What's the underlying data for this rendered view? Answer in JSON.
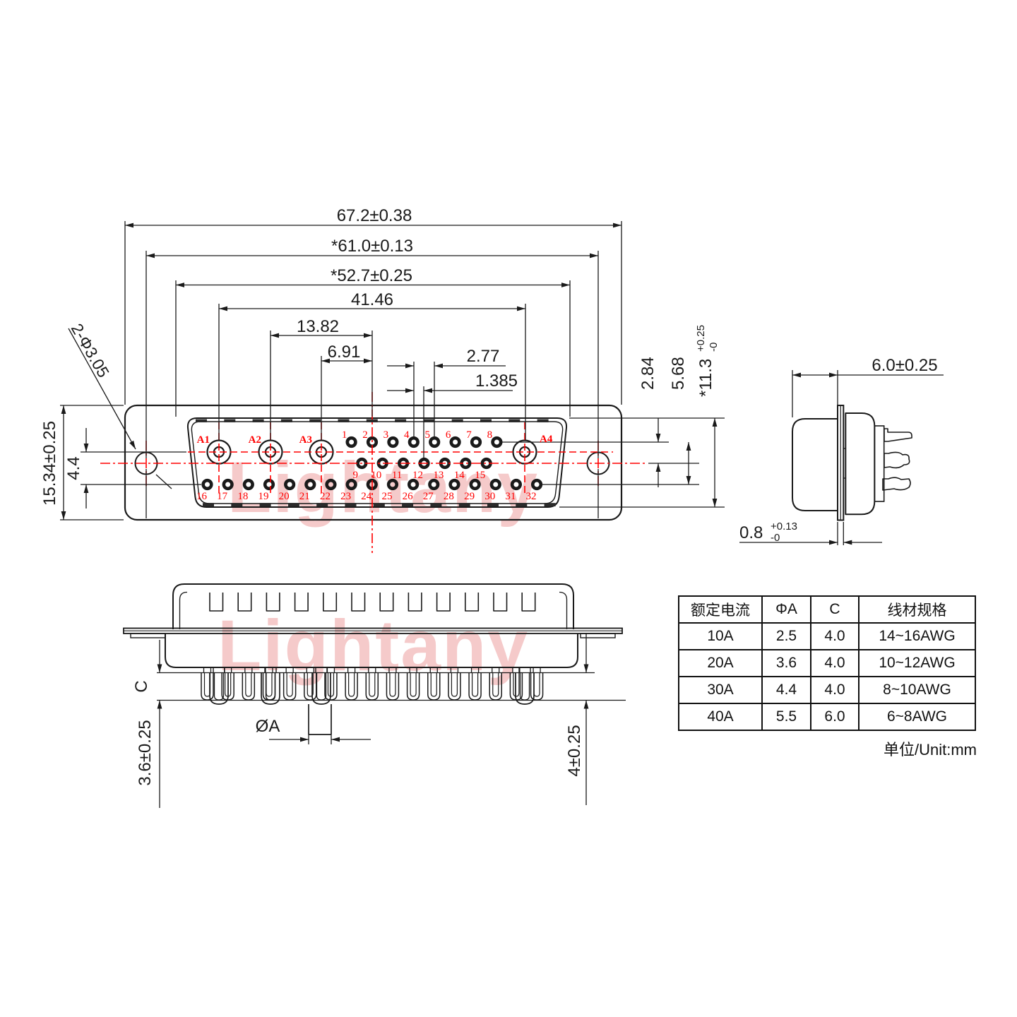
{
  "watermark": {
    "text": "Lightany"
  },
  "colors": {
    "line": "#1a1a1a",
    "accent": "#ff0000",
    "watermark": "#f5caca"
  },
  "front_view": {
    "dims": {
      "width_outer": "67.2±0.38",
      "width_mount": "*61.0±0.13",
      "width_shell": "*52.7±0.25",
      "width_large_pins": "41.46",
      "pitch_a1_center": "13.82",
      "pitch_a2_center": "6.91",
      "pin_pitch": "2.77",
      "row_offset": "1.385",
      "height_flange": "15.34±0.25",
      "row_drop": "4.4",
      "mount_holes": "2-Φ3.05",
      "row_gap": "2.84",
      "row_span": "5.68",
      "shell_height": "*11.3",
      "shell_height_tol_plus": "+0.25",
      "shell_height_tol_minus": "-0"
    },
    "pins": {
      "large": [
        "A1",
        "A2",
        "A3",
        "A4"
      ],
      "top": [
        "1",
        "2",
        "3",
        "4",
        "5",
        "6",
        "7",
        "8"
      ],
      "middle": [
        "9",
        "10",
        "11",
        "12",
        "13",
        "14",
        "15"
      ],
      "bottom": [
        "16",
        "17",
        "18",
        "19",
        "20",
        "21",
        "22",
        "23",
        "24",
        "25",
        "26",
        "27",
        "28",
        "29",
        "30",
        "31",
        "32"
      ]
    }
  },
  "side_view": {
    "depth": "6.0±0.25",
    "flange_thickness": "0.8",
    "flange_tol_plus": "+0.13",
    "flange_tol_minus": "-0"
  },
  "bottom_view": {
    "dim_c": "C",
    "tail_length": "3.6±0.25",
    "pin_diameter": "ØA",
    "crimp_length": "4±0.25"
  },
  "table": {
    "headers": [
      "额定电流",
      "ΦA",
      "C",
      "线材规格"
    ],
    "rows": [
      [
        "10A",
        "2.5",
        "4.0",
        "14~16AWG"
      ],
      [
        "20A",
        "3.6",
        "4.0",
        "10~12AWG"
      ],
      [
        "30A",
        "4.4",
        "4.0",
        "8~10AWG"
      ],
      [
        "40A",
        "5.5",
        "6.0",
        "6~8AWG"
      ]
    ],
    "unit_note": "单位/Unit:mm"
  }
}
